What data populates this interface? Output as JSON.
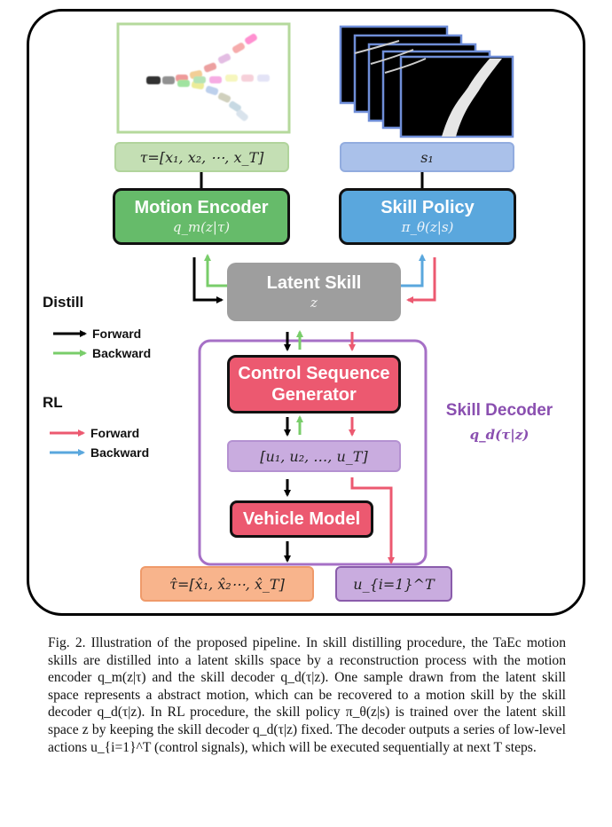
{
  "colors": {
    "motion_encoder": "#66bb6a",
    "skill_policy": "#5aa7dd",
    "latent_skill": "#9e9e9e",
    "control_generator": "#ec5970",
    "vehicle_model": "#ec5970",
    "decoder_border": "#a670c6",
    "distill_forward": "#000000",
    "distill_backward": "#79cd6a",
    "rl_forward": "#ec5970",
    "rl_backward": "#5aa7dd"
  },
  "boxes": {
    "tau_input": "τ=[x₁, x₂, ⋯, x_T]",
    "s1_input": "s₁",
    "motion_encoder": {
      "title": "Motion Encoder",
      "formula": "q_m(z|τ)"
    },
    "skill_policy": {
      "title": "Skill Policy",
      "formula": "π_θ(z|s)"
    },
    "latent_skill": {
      "title": "Latent Skill",
      "formula": "z"
    },
    "control_generator": {
      "title_line1": "Control Sequence",
      "title_line2": "Generator"
    },
    "action_seq": "[u₁, u₂, …, u_T]",
    "vehicle_model": "Vehicle Model",
    "tau_hat": "τ̂=[x̂₁, x̂₂⋯, x̂_T]",
    "u_output": "u_{i=1}^T",
    "skill_decoder": {
      "title": "Skill Decoder",
      "formula": "q_d(τ|z)"
    }
  },
  "legend": {
    "distill_title": "Distill",
    "rl_title": "RL",
    "forward_label": "Forward",
    "backward_label": "Backward"
  },
  "caption": {
    "text": "Fig. 2.  Illustration of the proposed pipeline. In skill distilling procedure, the TaEc motion skills are distilled into a latent skills space by a reconstruction process with the motion encoder q_m(z|τ) and the skill decoder q_d(τ|z). One sample drawn from the latent skill space represents a abstract motion, which can be recovered to a motion skill by the skill decoder q_d(τ|z). In RL procedure, the skill policy π_θ(z|s) is trained over the latent skill space z by keeping the skill decoder q_d(τ|z) fixed. The decoder outputs a series of low-level actions u_{i=1}^T (control signals), which will be executed sequentially at next T steps."
  }
}
